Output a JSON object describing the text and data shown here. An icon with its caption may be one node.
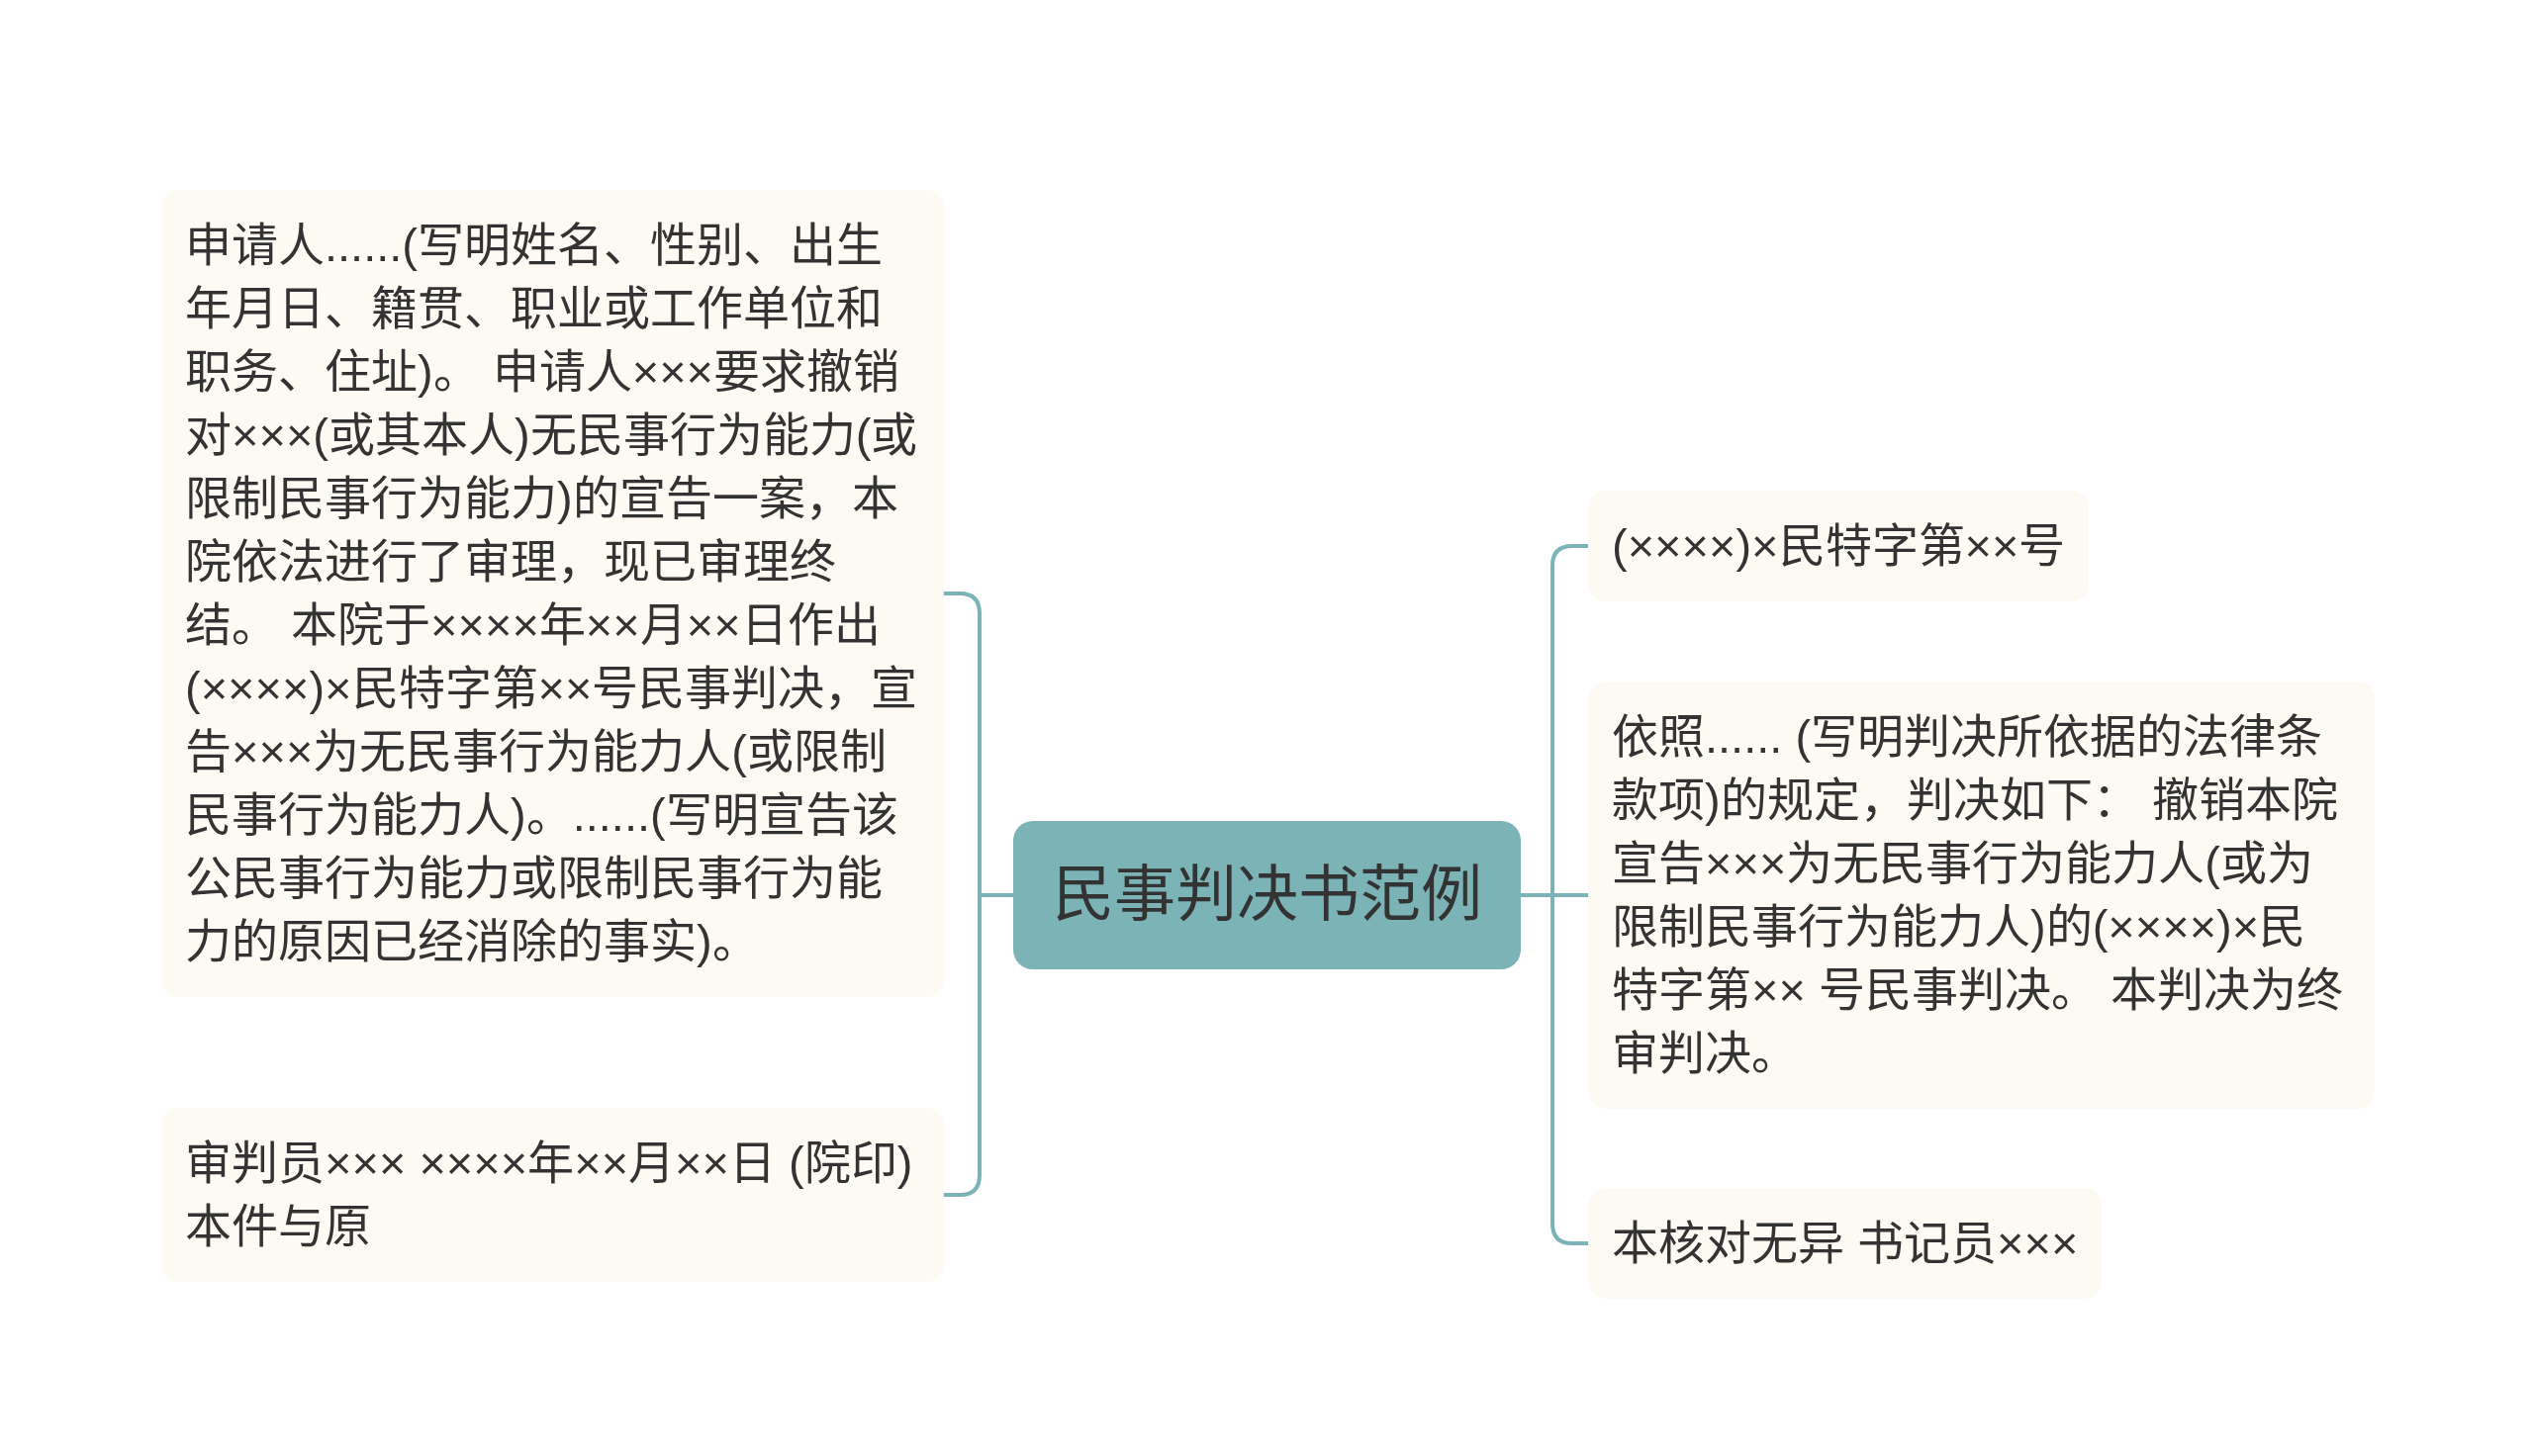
{
  "diagram": {
    "nodes": [
      {
        "text": [
          "民事判决书范例"
        ]
      },
      {
        "text": [
          "申请人......(写明姓名、性别、出生年月日、籍贯、职业或工作单位和职务、住址)。 申请人×××要求撤销对×××(或其本人)无民事行为能力(或限制民事行为能力)的宣告一案，本院依法进行了审理，现已审理终结。 本院于××××年××月××日作出(××××)×民特字第××号民事判决，宣告×××为无民事行为能力人(或限制民事行为能力人)。......(写明宣告该公民事行为能力或限制民事行为能力的原因已经消除的事实)。"
        ]
      },
      {
        "text": [
          "审判员××× ××××年××月××日 (院印) 本件与原"
        ]
      },
      {
        "text": [
          "(××××)×民特字第××号"
        ]
      },
      {
        "text": [
          "依照...... (写明判决所依据的法律条款项)的规定，判决如下： 撤销本院宣告×××为无民事行为能力人(或为限制民事行为能力人)的(××××)×民特字第×× 号民事判决。 本判决为终审判决。"
        ]
      },
      {
        "text": [
          "本核对无异 书记员×××"
        ]
      }
    ],
    "edges": [
      {
        "from": 0,
        "to": 1,
        "arrow": "none"
      },
      {
        "from": 0,
        "to": 2,
        "arrow": "none"
      },
      {
        "from": 0,
        "to": 3,
        "arrow": "none"
      },
      {
        "from": 0,
        "to": 4,
        "arrow": "none"
      },
      {
        "from": 0,
        "to": 5,
        "arrow": "none"
      }
    ]
  }
}
